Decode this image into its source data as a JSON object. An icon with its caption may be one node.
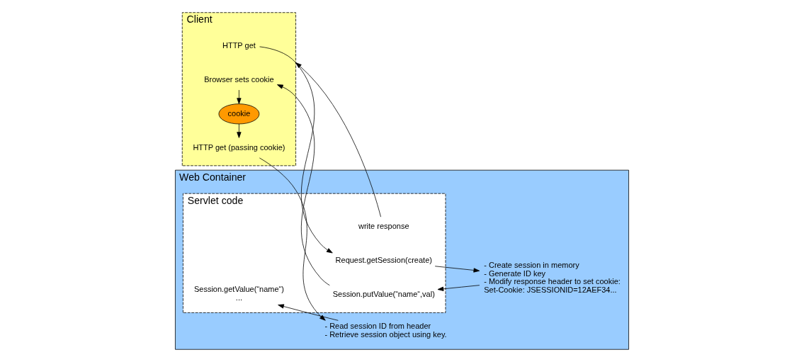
{
  "diagram": {
    "nodes": [
      {
        "text": [
          "Client"
        ]
      },
      {
        "text": [
          "HTTP get"
        ],
        "in": 0
      },
      {
        "text": [
          "Browser sets cookie"
        ],
        "in": 0
      },
      {
        "text": [
          "cookie"
        ],
        "in": 0
      },
      {
        "text": [
          "HTTP get (passing cookie)"
        ],
        "in": 0
      },
      {
        "text": [
          "Web Container"
        ]
      },
      {
        "text": [
          "Servlet code"
        ],
        "in": 5
      },
      {
        "text": [
          "Request.getSession(create)"
        ],
        "in": 6
      },
      {
        "text": [
          "Session.putValue(“name“,val)"
        ],
        "in": 6
      },
      {
        "text": [
          "Session.getValue(“name“)",
          "..."
        ],
        "in": 6
      },
      {
        "text": [
          "write response"
        ],
        "in": 6
      },
      {
        "text": [
          "- Create session in memory",
          "- Generate ID key",
          "- Modify response header to set cookie:",
          "Set-Cookie: JSESSIONID=12AEF34..."
        ],
        "in": 5
      },
      {
        "text": [
          "- Read session ID from header",
          "- Retrieve session object using key."
        ],
        "in": 5
      }
    ],
    "edges": [
      {
        "from": 1,
        "to": 7,
        "arrow": "to"
      },
      {
        "from": 7,
        "to": 11,
        "arrow": "to"
      },
      {
        "from": 11,
        "to": 8,
        "arrow": "to"
      },
      {
        "from": 8,
        "to": 2,
        "arrow": "to"
      },
      {
        "from": 2,
        "to": 3,
        "arrow": "to"
      },
      {
        "from": 3,
        "to": 4,
        "arrow": "to"
      },
      {
        "from": 4,
        "to": 12,
        "arrow": "to"
      },
      {
        "from": 12,
        "to": 9,
        "arrow": "to"
      },
      {
        "from": 10,
        "to": 0,
        "arrow": "to"
      }
    ]
  }
}
